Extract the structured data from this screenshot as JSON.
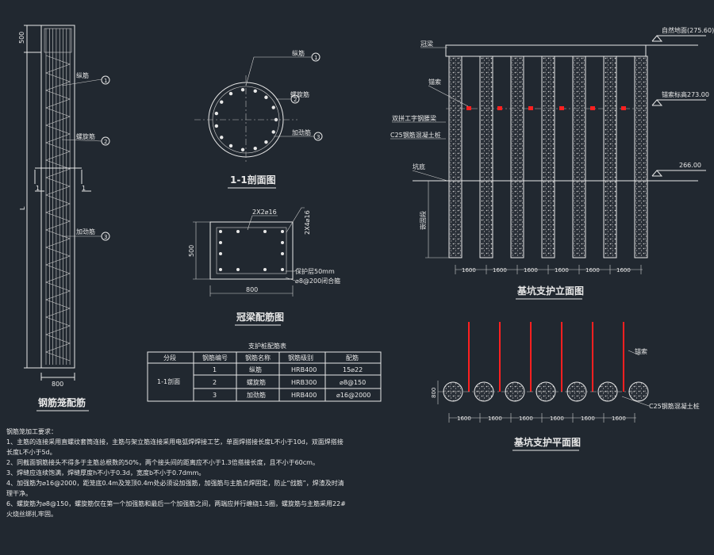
{
  "cage": {
    "title": "钢筋笼配筋",
    "dim_top": "500",
    "dim_bottom": "800",
    "dim_length": "L",
    "section_mark": "1",
    "labels": [
      {
        "text": "纵筋",
        "no": "1"
      },
      {
        "text": "螺旋筋",
        "no": "2"
      },
      {
        "text": "加劲筋",
        "no": "3"
      }
    ]
  },
  "section": {
    "title": "1-1剖面图",
    "labels": [
      {
        "text": "纵筋",
        "no": "1"
      },
      {
        "text": "螺旋筋",
        "no": "2"
      },
      {
        "text": "加劲筋",
        "no": "3"
      }
    ]
  },
  "crown_beam": {
    "title": "冠梁配筋图",
    "top_bars": "2X2⌀16",
    "side_bars": "2X4⌀16",
    "height": "500",
    "width": "800",
    "cover": "保护层50mm",
    "stirrup": "⌀8@200闭合箍"
  },
  "rebar_table": {
    "title": "支护桩配筋表",
    "headers": [
      "分段",
      "钢筋编号",
      "钢筋名称",
      "钢筋级别",
      "配筋"
    ],
    "segment": "1-1剖面",
    "rows": [
      {
        "no": "1",
        "name": "纵筋",
        "grade": "HRB400",
        "spec": "15⌀22"
      },
      {
        "no": "2",
        "name": "螺旋筋",
        "grade": "HRB300",
        "spec": "⌀8@150"
      },
      {
        "no": "3",
        "name": "加劲筋",
        "grade": "HRB400",
        "spec": "⌀16@2000"
      }
    ]
  },
  "elevation": {
    "title": "基坑支护立面图",
    "left_labels": [
      "冠梁",
      "锚索",
      "双拼工字钢腰梁",
      "C25钢筋混凝土桩",
      "坑底",
      "嵌固段"
    ],
    "ground_label": "自然地面(275.60)",
    "anchor_level": "锚索标高273.00",
    "bottom_level": "266.00",
    "spacings": [
      "1600",
      "1600",
      "1600",
      "1600",
      "1600",
      "1600"
    ]
  },
  "plan": {
    "title": "基坑支护平面图",
    "anchor_label": "锚索",
    "pile_label": "C25钢筋混凝土桩",
    "pile_dia": "800",
    "spacings": [
      "1600",
      "1600",
      "1600",
      "1600",
      "1600",
      "1600"
    ]
  },
  "notes": {
    "heading": "钢筋笼加工要求：",
    "items": [
      "1、主筋的连接采用直螺纹套筒连接，主筋与架立筋连接采用电弧焊焊接工艺，单面焊搭接长度L不小于10d，双面焊搭接长度L不小于5d。",
      "2、同截面钢筋接头不得多于主筋总根数的50%，两个接头间的距离应不小于1.3倍搭接长度，且不小于60cm。",
      "3、焊缝应连续饱满，焊缝厚度h不小于0.3d，宽度b不小于0.7dmm。",
      "4、加强筋为⌀16@2000，距笼底0.4m及笼顶0.4m处必须设加强筋，加强筋与主筋点焊固定，防止“戗筋”，焊渣及时清理干净。",
      "6、螺旋筋为⌀8@150，螺旋筋仅在第一个加强筋和最后一个加强筋之间，两端应并行缠绕1.5圈，螺旋筋与主筋采用22#火烧丝绑扎牢固。"
    ]
  }
}
